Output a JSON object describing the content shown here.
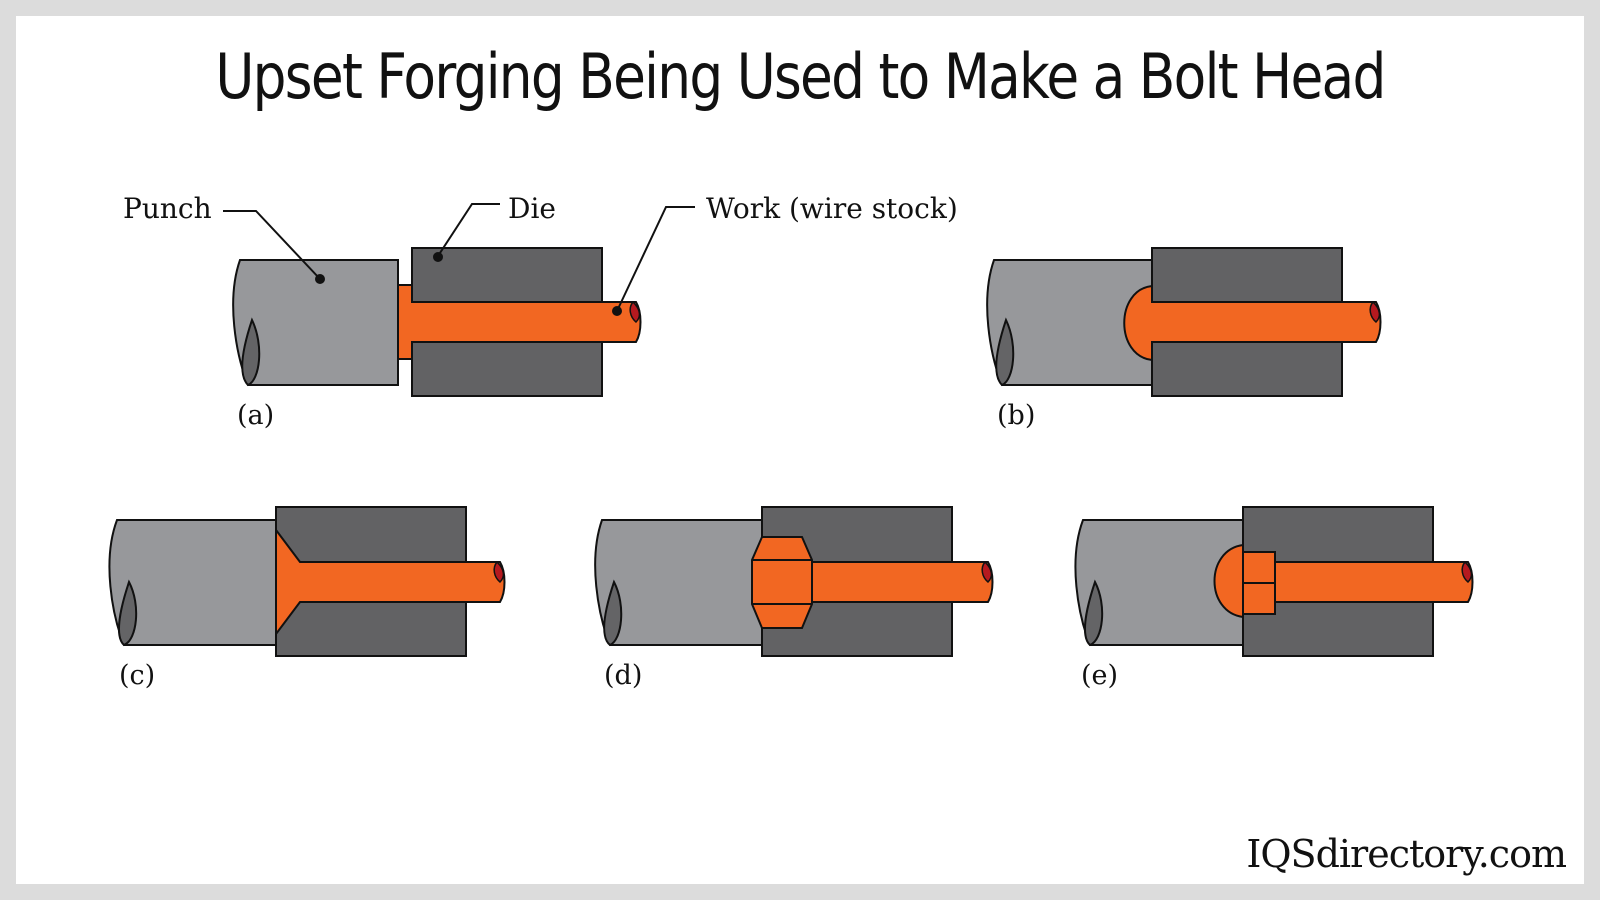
{
  "title": "Upset Forging Being Used to Make a Bolt Head",
  "labels": {
    "punch": "Punch",
    "die": "Die",
    "work": "Work (wire stock)"
  },
  "panels": [
    {
      "id": "a",
      "caption": "(a)"
    },
    {
      "id": "b",
      "caption": "(b)"
    },
    {
      "id": "c",
      "caption": "(c)"
    },
    {
      "id": "d",
      "caption": "(d)"
    },
    {
      "id": "e",
      "caption": "(e)"
    }
  ],
  "brand": "IQSdirectory.com",
  "colors": {
    "punch": "#97989b",
    "punch_shadow": "#646466",
    "die": "#626264",
    "work": "#f26722",
    "work_tip": "#b5191f",
    "outline": "#111111"
  }
}
